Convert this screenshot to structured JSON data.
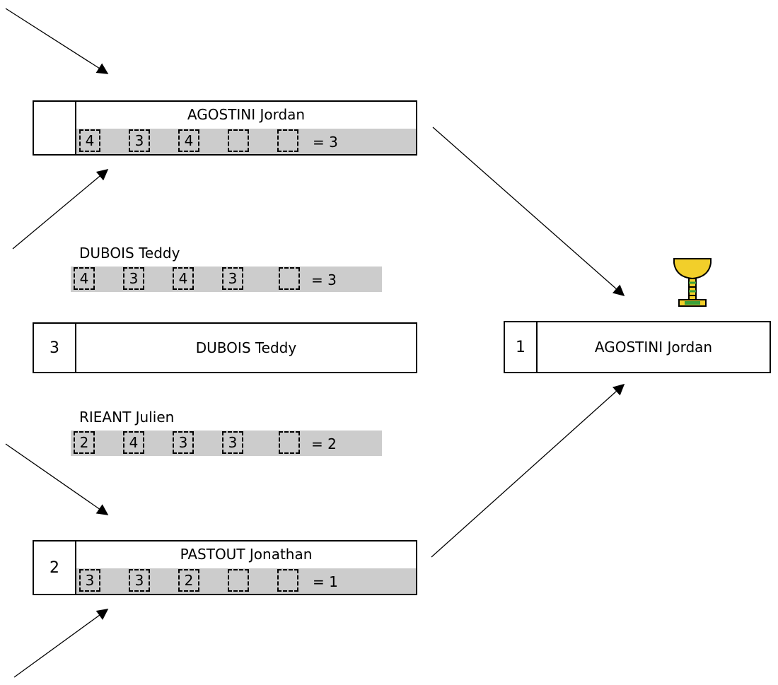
{
  "bracket": {
    "top_slot": {
      "rank": "",
      "name": "AGOSTINI Jordan",
      "scores": [
        "4",
        "3",
        "4",
        "",
        ""
      ],
      "total": "= 3"
    },
    "bottom_slot": {
      "rank": "2",
      "name": "PASTOUT Jonathan",
      "scores": [
        "3",
        "3",
        "2",
        "",
        ""
      ],
      "total": "= 1"
    },
    "third_place_box": {
      "rank": "3",
      "name": "DUBOIS Teddy"
    },
    "third_place_match": {
      "player_a": {
        "name": "DUBOIS Teddy",
        "scores": [
          "4",
          "3",
          "4",
          "3",
          ""
        ],
        "total": "= 3"
      },
      "player_b": {
        "name": "RIEANT Julien",
        "scores": [
          "2",
          "4",
          "3",
          "3",
          ""
        ],
        "total": "= 2"
      }
    },
    "winner_box": {
      "rank": "1",
      "name": "AGOSTINI Jordan"
    },
    "trophy_icon": "trophy-icon",
    "colors": {
      "score_bar": "#cccccc",
      "trophy_gold": "#f2cf2a",
      "trophy_green": "#3aa13a"
    }
  }
}
